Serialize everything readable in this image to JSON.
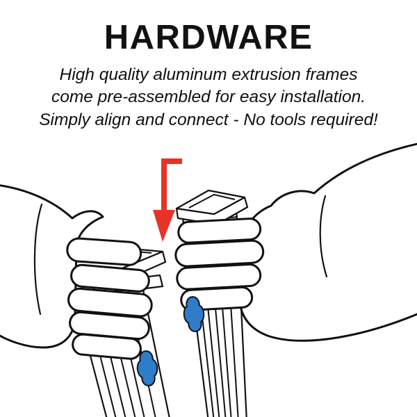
{
  "title": "HARDWARE",
  "description": {
    "lines": [
      "High quality aluminum extrusion frames",
      "come pre-assembled for easy installation.",
      "Simply align and connect - No tools required!"
    ]
  },
  "illustration": {
    "arrow_color": "#e63327",
    "clip_color": "#2f7ccb",
    "outline_color": "#111111"
  }
}
